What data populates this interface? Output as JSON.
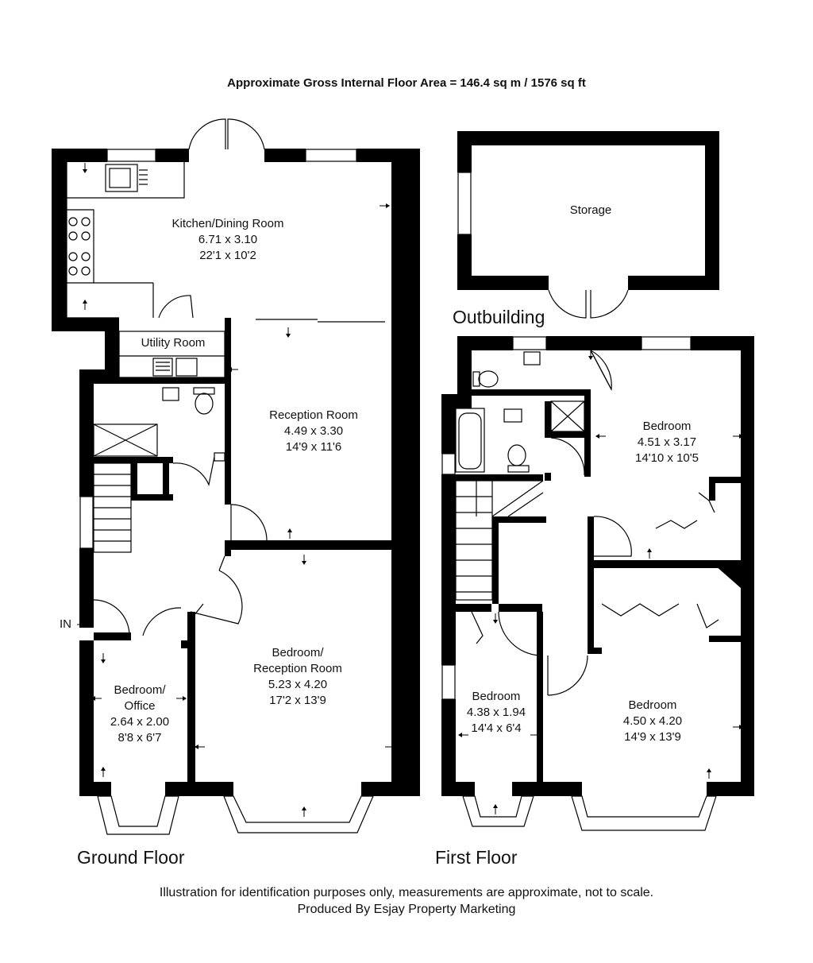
{
  "header": {
    "floor_area": "Approximate Gross Internal Floor Area = 146.4 sq m / 1576 sq ft"
  },
  "floors": {
    "ground": "Ground Floor",
    "first": "First Floor",
    "outbuilding": "Outbuilding"
  },
  "entrance_label": "IN",
  "rooms": {
    "kitchen": {
      "name": "Kitchen/Dining Room",
      "metric": "6.71 x 3.10",
      "imperial": "22'1 x 10'2"
    },
    "utility": {
      "name": "Utility Room"
    },
    "reception": {
      "name": "Reception Room",
      "metric": "4.49 x 3.30",
      "imperial": "14'9 x 11'6"
    },
    "bed_reception": {
      "name_1": "Bedroom/",
      "name_2": "Reception Room",
      "metric": "5.23 x 4.20",
      "imperial": "17'2 x 13'9"
    },
    "office": {
      "name_1": "Bedroom/",
      "name_2": "Office",
      "metric": "2.64 x 2.00",
      "imperial": "8'8 x 6'7"
    },
    "storage": {
      "name": "Storage"
    },
    "bed_first_top": {
      "name": "Bedroom",
      "metric": "4.51 x 3.17",
      "imperial": "14'10 x 10'5"
    },
    "bed_first_small": {
      "name": "Bedroom",
      "metric": "4.38 x 1.94",
      "imperial": "14'4 x 6'4"
    },
    "bed_first_large": {
      "name": "Bedroom",
      "metric": "4.50 x 4.20",
      "imperial": "14'9 x 13'9"
    }
  },
  "footer": {
    "line1": "Illustration for identification purposes only, measurements are approximate, not to scale.",
    "line2": "Produced By Esjay Property Marketing"
  }
}
